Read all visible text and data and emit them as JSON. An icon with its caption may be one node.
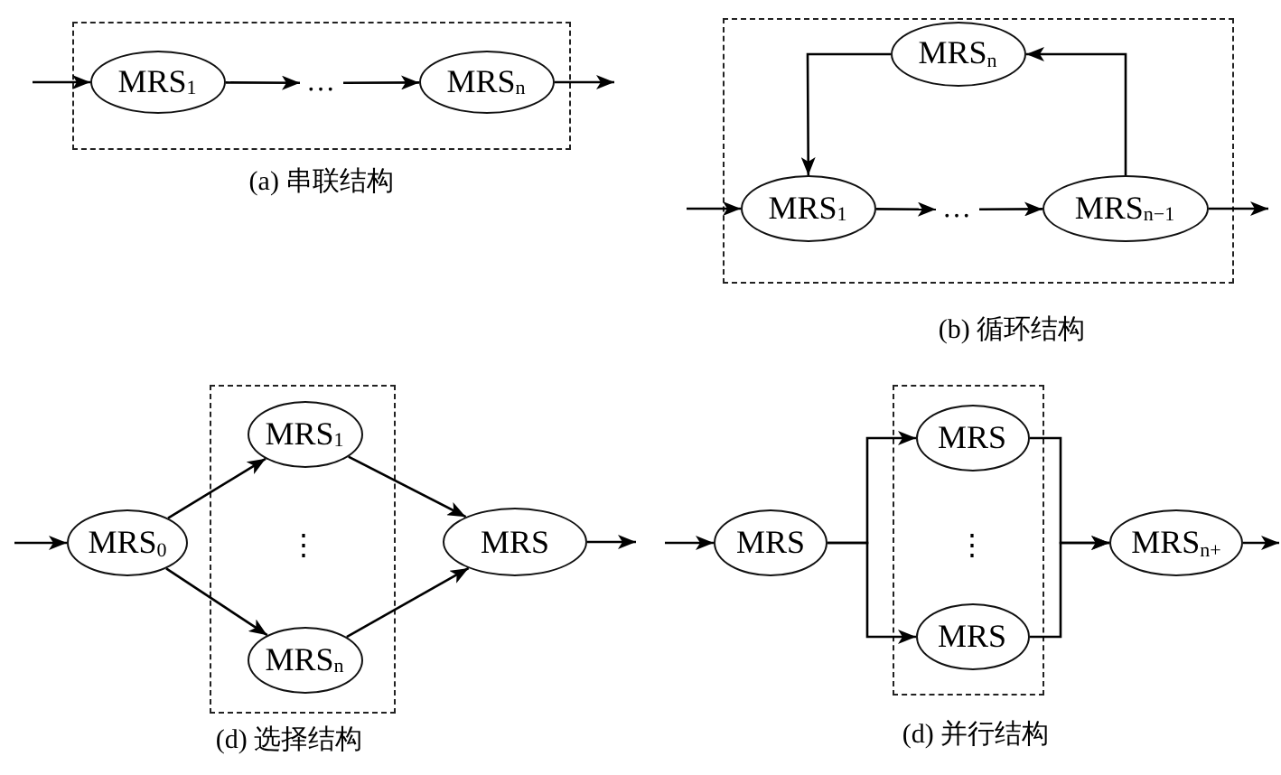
{
  "diagram": {
    "nodes": [
      {
        "text": [],
        "shape": "box",
        "beside": [
          "(a) 串联结构"
        ]
      },
      {
        "text": [
          "MRS$_{1}$"
        ],
        "in": 0
      },
      {
        "text": [
          "…"
        ],
        "in": 0
      },
      {
        "text": [
          "MRS$_{n}$"
        ],
        "in": 0
      },
      {
        "text": [],
        "shape": "box",
        "beside": [
          "(b) 循环结构"
        ]
      },
      {
        "text": [
          "MRS$_{n}$"
        ],
        "in": 4
      },
      {
        "text": [
          "MRS$_{1}$"
        ],
        "in": 4
      },
      {
        "text": [
          "…"
        ],
        "in": 4
      },
      {
        "text": [
          "MRS$_{n−1}$"
        ],
        "in": 4
      },
      {
        "text": [
          "MRS$_{0}$"
        ]
      },
      {
        "text": [],
        "shape": "box",
        "beside": [
          "(d) 选择结构"
        ]
      },
      {
        "text": [
          "MRS$_{1}$"
        ],
        "in": 10
      },
      {
        "text": [
          "MRS$_{n}$"
        ],
        "in": 10
      },
      {
        "text": [
          "MRS"
        ]
      },
      {
        "text": [
          "MRS"
        ]
      },
      {
        "text": [],
        "shape": "box",
        "beside": [
          "(d) 并行结构"
        ]
      },
      {
        "text": [
          "MRS"
        ],
        "in": 15
      },
      {
        "text": [
          "MRS"
        ],
        "in": 15
      },
      {
        "text": [
          "MRS$_{n+}$"
        ]
      }
    ],
    "edges": [
      {
        "from": null,
        "to": 1,
        "arrow": "to"
      },
      {
        "from": 1,
        "to": 2,
        "arrow": "to"
      },
      {
        "from": 2,
        "to": 3,
        "arrow": "to"
      },
      {
        "from": 3,
        "to": null,
        "arrow": "to"
      },
      {
        "from": null,
        "to": 6,
        "arrow": "to"
      },
      {
        "from": 6,
        "to": 7,
        "arrow": "to"
      },
      {
        "from": 7,
        "to": 8,
        "arrow": "to"
      },
      {
        "from": 8,
        "to": null,
        "arrow": "to"
      },
      {
        "from": 8,
        "to": 5,
        "arrow": "to"
      },
      {
        "from": 5,
        "to": 6,
        "arrow": "to"
      },
      {
        "from": null,
        "to": 9,
        "arrow": "to"
      },
      {
        "from": 9,
        "to": 11,
        "arrow": "to"
      },
      {
        "from": 9,
        "to": 12,
        "arrow": "to"
      },
      {
        "from": 11,
        "to": 13,
        "arrow": "to"
      },
      {
        "from": 12,
        "to": 13,
        "arrow": "to"
      },
      {
        "from": 13,
        "to": null,
        "arrow": "to"
      },
      {
        "from": null,
        "to": 14,
        "arrow": "to"
      },
      {
        "from": 14,
        "to": 16,
        "arrow": "to"
      },
      {
        "from": 14,
        "to": 17,
        "arrow": "to"
      },
      {
        "from": 16,
        "to": 18,
        "arrow": "to"
      },
      {
        "from": 17,
        "to": 18,
        "arrow": "to"
      },
      {
        "from": 18,
        "to": null,
        "arrow": "to"
      }
    ],
    "labels": [
      "⋮",
      "⋮"
    ]
  }
}
